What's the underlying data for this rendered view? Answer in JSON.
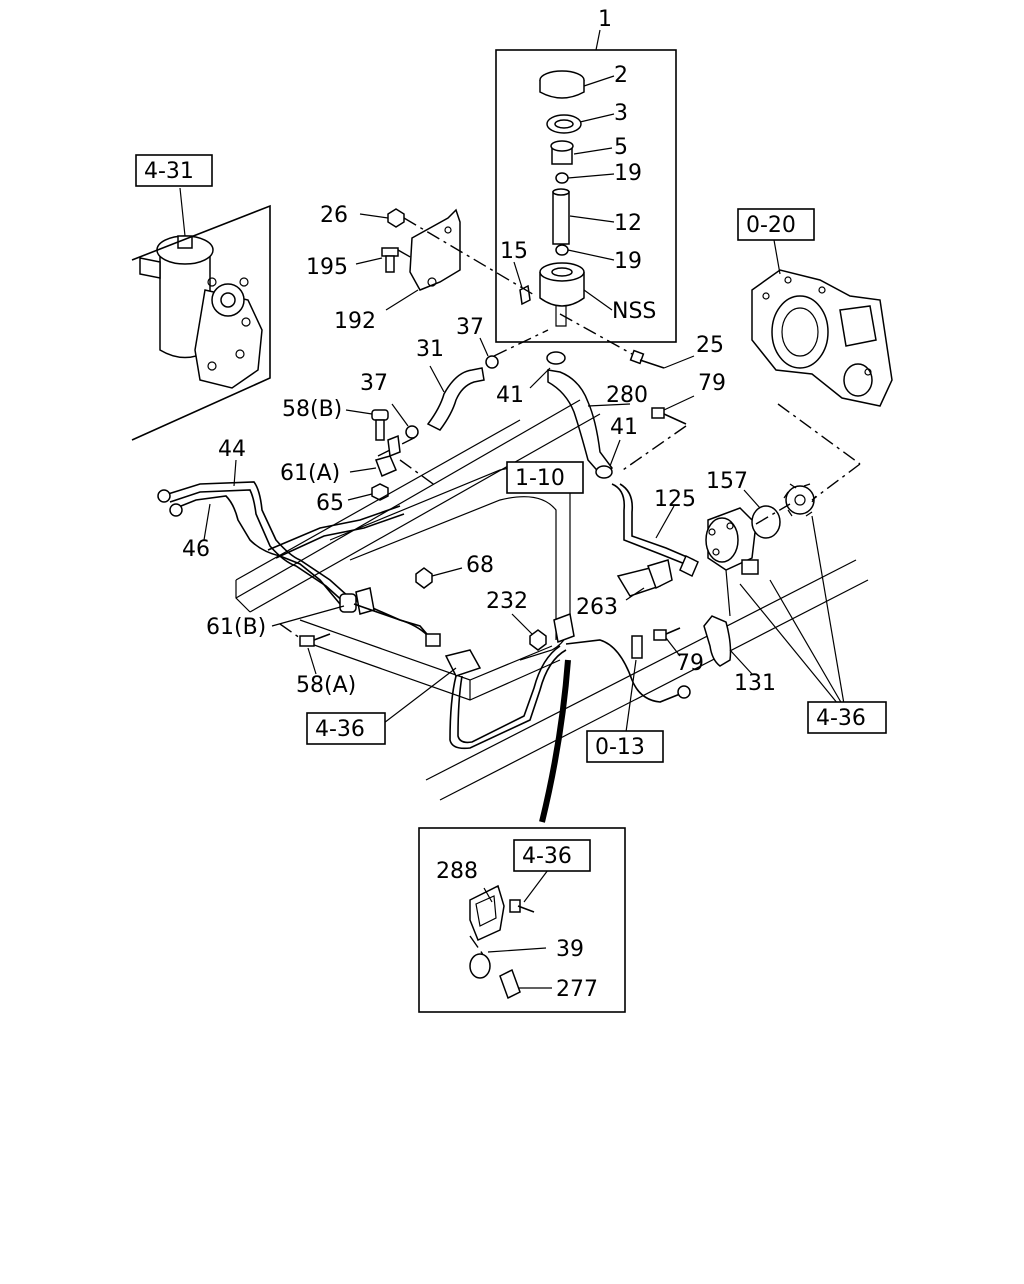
{
  "callouts": [
    "1",
    "2",
    "3",
    "5",
    "19",
    "12",
    "19",
    "15",
    "NSS",
    "26",
    "195",
    "192",
    "37",
    "31",
    "41",
    "25",
    "280",
    "79",
    "37",
    "58(B)",
    "41",
    "61(A)",
    "65",
    "44",
    "46",
    "157",
    "125",
    "68",
    "232",
    "263",
    "61(B)",
    "79",
    "58(A)",
    "131",
    "288",
    "39",
    "277"
  ],
  "ref_boxes": [
    "4-31",
    "0-20",
    "1-10",
    "4-36",
    "0-13",
    "4-36",
    "4-36"
  ]
}
